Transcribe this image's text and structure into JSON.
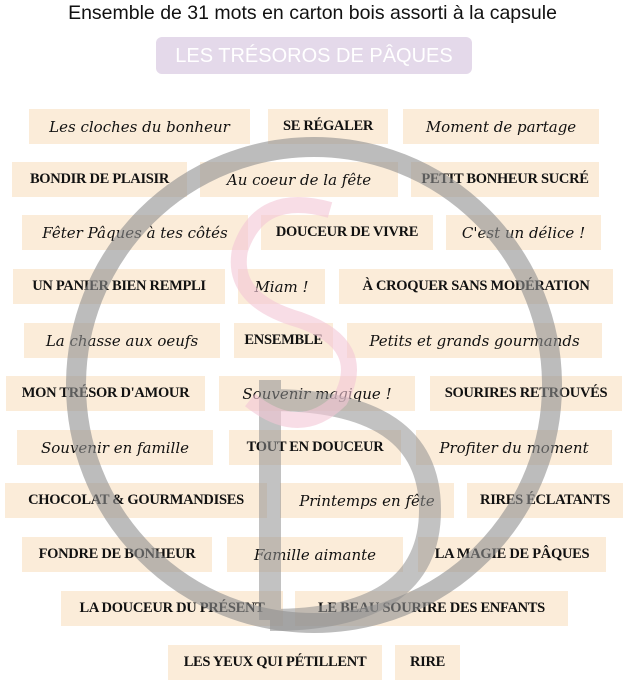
{
  "header": {
    "title": "Ensemble de 31 mots en carton bois assorti à la capsule",
    "collection": "LES TRÉSOROS DE PÂQUES"
  },
  "words": [
    "Les cloches du bonheur",
    "SE RÉGALER",
    "Moment de partage",
    "BONDIR DE PLAISIR",
    "Au coeur de la fête",
    "PETIT BONHEUR SUCRÉ",
    "Fêter Pâques à tes côtés",
    "DOUCEUR DE VIVRE",
    "C'est un délice !",
    "UN PANIER BIEN REMPLI",
    "Miam !",
    "À CROQUER SANS MODÉRATION",
    "La chasse aux oeufs",
    "ENSEMBLE",
    "Petits et grands gourmands",
    "MON TRÉSOR D'AMOUR",
    "Souvenir magique !",
    "SOURIRES RETROUVÉS",
    "Souvenir en famille",
    "TOUT EN DOUCEUR",
    "Profiter du moment",
    "CHOCOLAT & GOURMANDISES",
    "Printemps en fête",
    "RIRES ÉCLATANTS",
    "FONDRE DE BONHEUR",
    "Famille aimante",
    "LA MAGIE DE PÂQUES",
    "LA DOUCEUR DU PRÉSENT",
    "LE BEAU SOURIRE DES ENFANTS",
    "LES YEUX QUI PÉTILLENT",
    "RIRE"
  ],
  "colors": {
    "tag_bg": "#fbecd9",
    "badge_bg": "#e4d9ea",
    "watermark": "#9a9a9a"
  }
}
